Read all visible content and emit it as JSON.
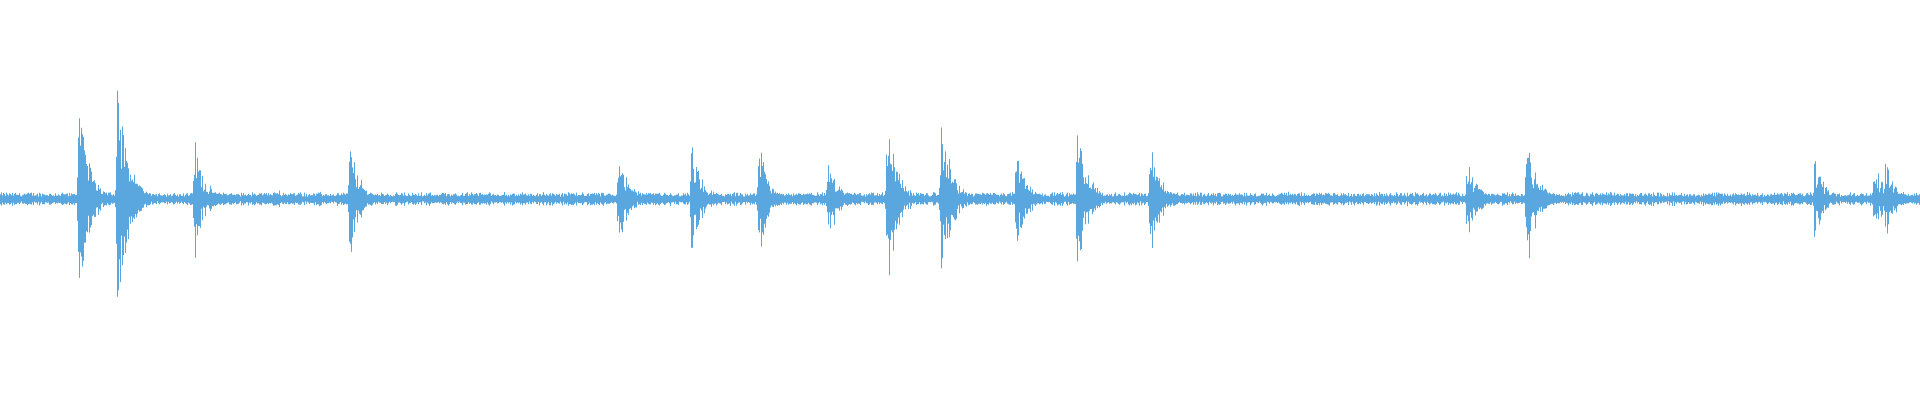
{
  "waveform": {
    "color": "#5aa7e0",
    "background": "#ffffff",
    "baseline_noise": 0.035,
    "transients": [
      {
        "t": 0.032,
        "peak": 0.06
      },
      {
        "t": 0.041,
        "peak": 0.7
      },
      {
        "t": 0.044,
        "peak": 0.35
      },
      {
        "t": 0.061,
        "peak": 0.8
      },
      {
        "t": 0.064,
        "peak": 0.45
      },
      {
        "t": 0.101,
        "peak": 0.4
      },
      {
        "t": 0.143,
        "peak": 0.08
      },
      {
        "t": 0.182,
        "peak": 0.38
      },
      {
        "t": 0.322,
        "peak": 0.32
      },
      {
        "t": 0.36,
        "peak": 0.38
      },
      {
        "t": 0.395,
        "peak": 0.4
      },
      {
        "t": 0.431,
        "peak": 0.32
      },
      {
        "t": 0.462,
        "peak": 0.58
      },
      {
        "t": 0.49,
        "peak": 0.6
      },
      {
        "t": 0.529,
        "peak": 0.38
      },
      {
        "t": 0.561,
        "peak": 0.54
      },
      {
        "t": 0.599,
        "peak": 0.42
      },
      {
        "t": 0.666,
        "peak": 0.04
      },
      {
        "t": 0.764,
        "peak": 0.28
      },
      {
        "t": 0.795,
        "peak": 0.45
      },
      {
        "t": 0.945,
        "peak": 0.27
      },
      {
        "t": 0.976,
        "peak": 0.24
      },
      {
        "t": 0.982,
        "peak": 0.27
      }
    ]
  }
}
